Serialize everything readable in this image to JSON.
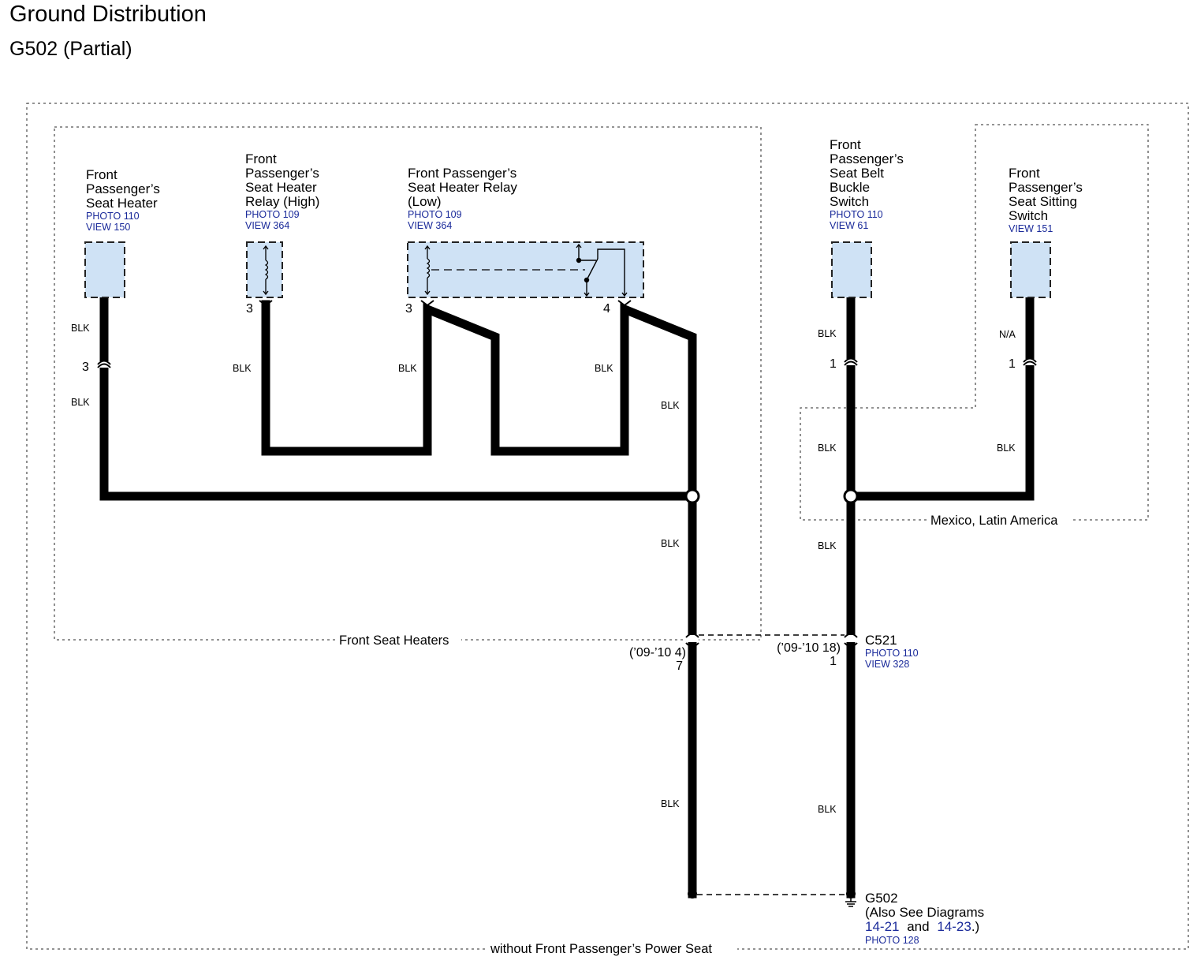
{
  "header": {
    "title": "Ground Distribution",
    "subtitle": "G502 (Partial)"
  },
  "regions": {
    "front_seat_heaters": "Front Seat Heaters",
    "mexico_latin_america": "Mexico, Latin America",
    "without_power_seat": "without Front Passenger’s Power Seat"
  },
  "components": {
    "seat_heater": {
      "name": [
        "Front",
        "Passenger’s",
        "Seat Heater"
      ],
      "photo": "PHOTO 110",
      "view": "VIEW 150"
    },
    "relay_high": {
      "name": [
        "Front",
        "Passenger’s",
        "Seat Heater",
        "Relay (High)"
      ],
      "photo": "PHOTO 109",
      "view": "VIEW 364"
    },
    "relay_low": {
      "name": [
        "Front Passenger’s",
        "Seat Heater Relay",
        "(Low)"
      ],
      "photo": "PHOTO 109",
      "view": "VIEW 364"
    },
    "belt_switch": {
      "name": [
        "Front",
        "Passenger’s",
        "Seat Belt",
        "Buckle",
        "Switch"
      ],
      "photo": "PHOTO 110",
      "view": "VIEW 61"
    },
    "sitting_switch": {
      "name": [
        "Front",
        "Passenger’s",
        "Seat Sitting",
        "Switch"
      ],
      "view": "VIEW 151"
    }
  },
  "pins": {
    "heater_inline": "3",
    "relay_high_pin": "3",
    "relay_low_pin3": "3",
    "relay_low_pin4": "4",
    "belt_inline": "1",
    "sitting_inline": "1",
    "c521_left_alt": "(’09-’10 4)",
    "c521_left": "7",
    "c521_right_alt": "(’09-’10 18)",
    "c521_right": "1"
  },
  "wires": {
    "blk": "BLK",
    "na": "N/A"
  },
  "connector_c521": {
    "name": "C521",
    "photo": "PHOTO 110",
    "view": "VIEW 328"
  },
  "ground_g502": {
    "name": "G502",
    "note_prefix": "(Also See Diagrams",
    "link1": "14-21",
    "and": "and",
    "link2": "14-23",
    "note_suffix": ".)",
    "photo": "PHOTO 128"
  }
}
